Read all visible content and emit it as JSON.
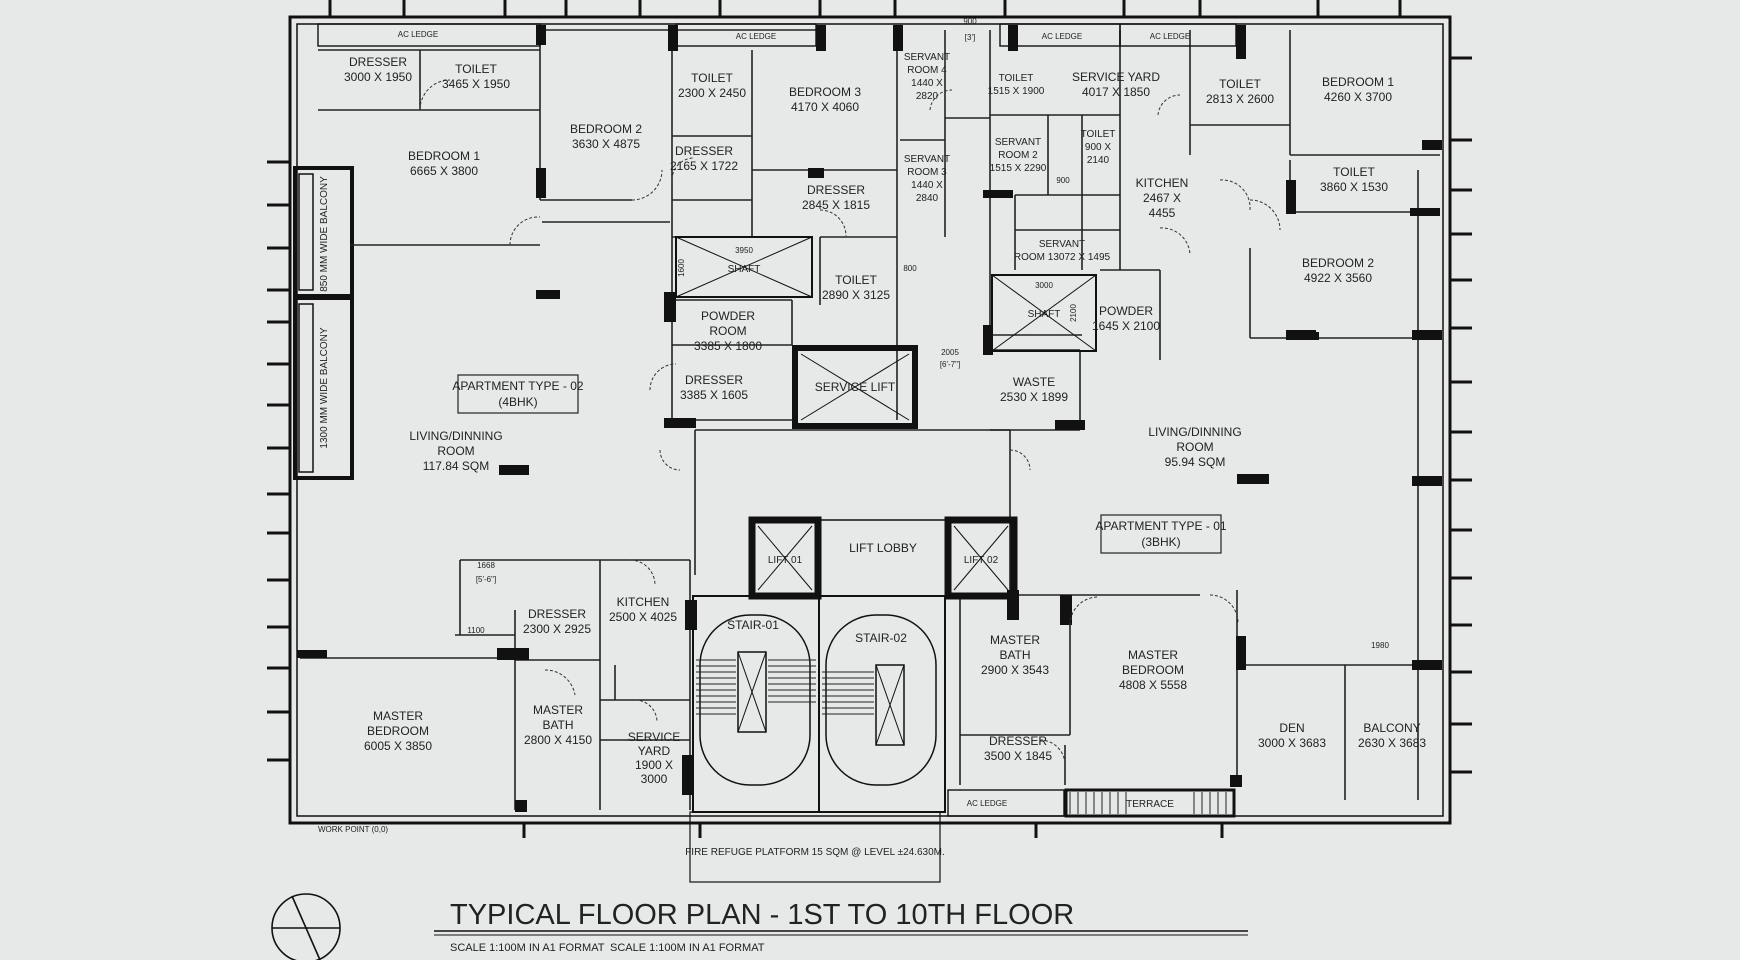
{
  "title": "TYPICAL FLOOR PLAN - 1ST TO 10TH FLOOR",
  "scale_notes": [
    "SCALE    1:100M    IN A1 FORMAT",
    "SCALE    1:100M    IN A1 FORMAT"
  ],
  "work_point": "WORK POINT (0,0)",
  "apartments": [
    {
      "name": "APARTMENT TYPE - 02",
      "type": "(4BHK)"
    },
    {
      "name": "APARTMENT TYPE - 01",
      "type": "(3BHK)"
    }
  ],
  "rooms": [
    {
      "id": "a2-dresser",
      "lines": [
        "DRESSER",
        "3000 X 1950"
      ]
    },
    {
      "id": "a2-toilet-1",
      "lines": [
        "TOILET",
        "3465 X 1950"
      ]
    },
    {
      "id": "a2-bedroom-1",
      "lines": [
        "BEDROOM  1",
        "6665 X 3800"
      ]
    },
    {
      "id": "a2-bedroom-2",
      "lines": [
        "BEDROOM 2",
        "3630 X 4875"
      ]
    },
    {
      "id": "a2-toilet-2",
      "lines": [
        "TOILET",
        "2300 X 2450"
      ]
    },
    {
      "id": "a2-bedroom-3",
      "lines": [
        "BEDROOM 3",
        "4170 X 4060"
      ]
    },
    {
      "id": "a2-dresser-2",
      "lines": [
        "DRESSER",
        "2165 X 1722"
      ]
    },
    {
      "id": "a2-dresser-3",
      "lines": [
        "DRESSER",
        "2845 X 1815"
      ]
    },
    {
      "id": "a2-toilet-3",
      "lines": [
        "TOILET",
        "2890 X 3125"
      ]
    },
    {
      "id": "a2-powder",
      "lines": [
        "POWDER",
        "ROOM",
        "3385 X 1800"
      ]
    },
    {
      "id": "a2-dresser-4",
      "lines": [
        "DRESSER",
        "3385 X 1605"
      ]
    },
    {
      "id": "a2-living",
      "lines": [
        "LIVING/DINNING",
        "ROOM",
        "117.84 SQM"
      ]
    },
    {
      "id": "a2-dresser-5",
      "lines": [
        "DRESSER",
        "2300 X 2925"
      ]
    },
    {
      "id": "a2-kitchen",
      "lines": [
        "KITCHEN",
        "2500 X 4025"
      ]
    },
    {
      "id": "a2-master-bedroom",
      "lines": [
        "MASTER",
        "BEDROOM",
        "6005 X 3850"
      ]
    },
    {
      "id": "a2-master-bath",
      "lines": [
        "MASTER",
        "BATH",
        "2800 X 4150"
      ]
    },
    {
      "id": "a2-service-yard",
      "lines": [
        "SERVICE",
        "YARD",
        "1900 X",
        "3000"
      ]
    },
    {
      "id": "servant-4",
      "lines": [
        "SERVANT",
        "ROOM 4",
        "1440 X",
        "2820"
      ]
    },
    {
      "id": "servant-3",
      "lines": [
        "SERVANT",
        "ROOM 3",
        "1440 X",
        "2840"
      ]
    },
    {
      "id": "a1-toilet-s",
      "lines": [
        "TOILET",
        "1515 X 1900"
      ]
    },
    {
      "id": "a1-service-yard",
      "lines": [
        "SERVICE YARD",
        "4017 X 1850"
      ]
    },
    {
      "id": "servant-2",
      "lines": [
        "SERVANT",
        "ROOM 2",
        "1515 X 2290"
      ]
    },
    {
      "id": "a1-toilet-small",
      "lines": [
        "TOILET",
        "900 X",
        "2140"
      ]
    },
    {
      "id": "a1-servant-room",
      "lines": [
        "SERVANT",
        "ROOM 13072 X 1495"
      ]
    },
    {
      "id": "a1-kitchen",
      "lines": [
        "KITCHEN",
        "2467 X",
        "4455"
      ]
    },
    {
      "id": "a1-toilet-1",
      "lines": [
        "TOILET",
        "2813 X 2600"
      ]
    },
    {
      "id": "a1-bedroom-1",
      "lines": [
        "BEDROOM 1",
        "4260 X  3700"
      ]
    },
    {
      "id": "a1-toilet-2",
      "lines": [
        "TOILET",
        "3860 X 1530"
      ]
    },
    {
      "id": "a1-bedroom-2",
      "lines": [
        "BEDROOM 2",
        "4922 X 3560"
      ]
    },
    {
      "id": "a1-powder",
      "lines": [
        "POWDER",
        "1645 X 2100"
      ]
    },
    {
      "id": "a1-waste",
      "lines": [
        "WASTE",
        "2530 X 1899"
      ]
    },
    {
      "id": "a1-living",
      "lines": [
        "LIVING/DINNING",
        "ROOM",
        "95.94 SQM"
      ]
    },
    {
      "id": "a1-master-bath",
      "lines": [
        "MASTER",
        "BATH",
        "2900 X 3543"
      ]
    },
    {
      "id": "a1-master-bedroom",
      "lines": [
        "MASTER",
        "BEDROOM",
        "4808 X 5558"
      ]
    },
    {
      "id": "a1-den",
      "lines": [
        "DEN",
        "3000 X 3683"
      ]
    },
    {
      "id": "a1-balcony",
      "lines": [
        "BALCONY",
        "2630 X 3683"
      ]
    },
    {
      "id": "a1-dresser",
      "lines": [
        "DRESSER",
        "3500 X 1845"
      ]
    }
  ],
  "core": {
    "shaft_1": "SHAFT",
    "shaft_2": "SHAFT",
    "service_lift": "SERVICE LIFT",
    "lift_lobby": "LIFT LOBBY",
    "lift_01": "LIFT 01",
    "lift_02": "LIFT 02",
    "stair_01": "STAIR-01",
    "stair_02": "STAIR-02",
    "fire_refuge": "FIRE REFUGE PLATFORM 15 SQM @ LEVEL ±24.630M.",
    "terrace": "TERRACE"
  },
  "ac_ledges": [
    "AC LEDGE",
    "AC LEDGE",
    "AC LEDGE",
    "AC LEDGE",
    "AC LEDGE"
  ],
  "balconies": [
    "850 MM WIDE BALCONY",
    "1300 MM WIDE BALCONY"
  ],
  "dimensions": [
    "3950",
    "1600",
    "3000",
    "2100",
    "900",
    "800",
    "2005",
    "[6'-7\"]",
    "1668",
    "[5'-6\"]",
    "1100",
    "1980",
    "[3']",
    "900"
  ]
}
